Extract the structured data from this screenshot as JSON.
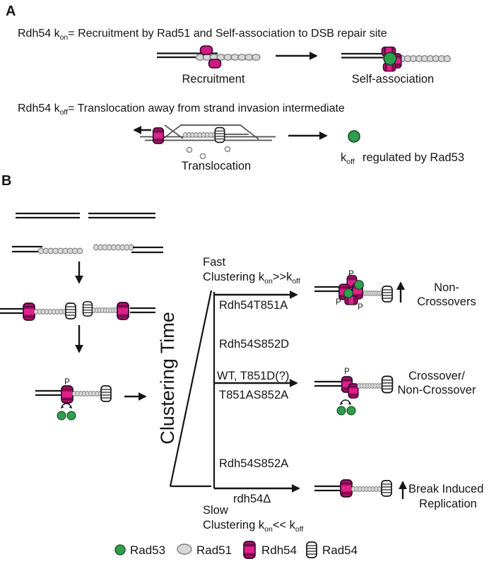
{
  "figure": {
    "panel_a": {
      "label": "A",
      "kon_title": {
        "pre": "Rdh54 k",
        "sub": "on",
        "post": "= Recruitment by Rad51 and Self-association to DSB repair site"
      },
      "recruitment_label": "Recruitment",
      "self_association_label": "Self-association",
      "koff_title": {
        "pre": "Rdh54 k",
        "sub": "off",
        "post": "= Translocation away from strand invasion intermediate"
      },
      "translocation_label": "Translocation",
      "koff_note": {
        "pre": "k",
        "sub": "off",
        "post": "regulated by Rad53"
      }
    },
    "panel_b": {
      "label": "B",
      "axis_label": "Clustering Time",
      "fast": {
        "line1": "Fast",
        "pre": "Clustering k",
        "sub1": "on",
        "mid": ">>k",
        "sub2": "off"
      },
      "slow": {
        "line1": "Slow",
        "pre": "Clustering k",
        "sub1": "on",
        "mid": "<< k",
        "sub2": "off"
      },
      "mutants": [
        "Rdh54T851A",
        "Rdh54S852D",
        "WT, T851D(?)",
        "T851AS852A",
        "Rdh54S852A",
        "rdh54Δ"
      ],
      "phospho": "P",
      "outcomes": [
        {
          "line1": "Non-",
          "line2": "Crossovers",
          "up_arrow_icon": "up-arrow-icon"
        },
        {
          "line1": "Crossover/",
          "line2": "Non-Crossover"
        },
        {
          "line1": "Break Induced",
          "line2": "Replication",
          "up_arrow_icon": "up-arrow-icon"
        }
      ]
    },
    "legend": {
      "items": [
        {
          "icon": "rad53-icon",
          "label": "Rad53"
        },
        {
          "icon": "rad51-icon",
          "label": "Rad51"
        },
        {
          "icon": "rdh54-icon",
          "label": "Rdh54"
        },
        {
          "icon": "rad54-icon",
          "label": "Rad54"
        }
      ]
    },
    "colors": {
      "rdh54_magenta": "#a60f63",
      "rdh54_band": "#e0218a",
      "rdh54_outline": "#33082e",
      "rad53_green": "#2f9e4f",
      "rad51_fill": "#d8d8d8",
      "rad51_stroke": "#7f7f7f",
      "rad54_fill": "#ffffff",
      "ink": "#151515"
    }
  }
}
